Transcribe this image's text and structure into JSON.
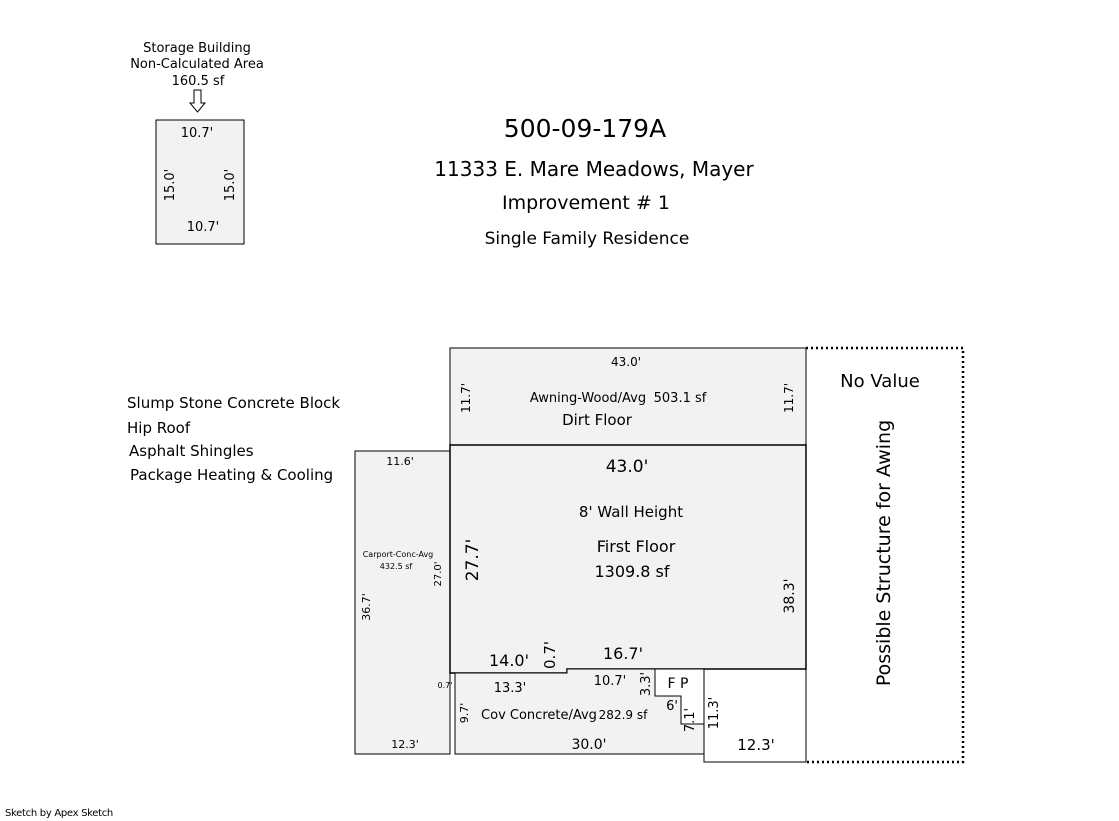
{
  "header": {
    "parcel": "500-09-179A",
    "address": "11333 E. Mare Meadows, Mayer",
    "improvement": "Improvement # 1",
    "type": "Single Family Residence"
  },
  "storage": {
    "label1": "Storage Building",
    "label2": "Non-Calculated Area",
    "area": "160.5 sf",
    "top": "10.7'",
    "bottom": "10.7'",
    "left": "15.0'",
    "right": "15.0'"
  },
  "features": [
    "Slump Stone Concrete Block",
    "Hip Roof",
    "Asphalt Shingles",
    "Package Heating & Cooling"
  ],
  "awning": {
    "name": "Awning-Wood/Avg",
    "area": "503.1 sf",
    "sub": "Dirt Floor",
    "top": "43.0'",
    "left": "11.7'",
    "right": "11.7'"
  },
  "first_floor": {
    "top": "43.0'",
    "wall": "8' Wall Height",
    "name": "First Floor",
    "area": "1309.8 sf",
    "left": "27.7'",
    "right": "38.3'",
    "bottom_a": "14.0'",
    "step": "0.7'",
    "bottom_b": "16.7'"
  },
  "carport": {
    "name": "Carport-Conc-Avg",
    "area": "432.5 sf",
    "top": "11.6'",
    "inner": "27.0'",
    "left": "36.7'",
    "bottom": "12.3'",
    "small": "0.7'",
    "lower": "9.7'"
  },
  "porch": {
    "top": "13.3'",
    "mid": "10.7'",
    "step": "3.3'",
    "name": "Cov Concrete/Avg",
    "area": "282.9 sf",
    "bottom": "30.0'"
  },
  "fireplace": {
    "label": "F P",
    "w": "6'",
    "h": "7.1'"
  },
  "right_wall": {
    "lower": "11.3'",
    "bottom": "12.3'"
  },
  "no_value": {
    "title": "No Value",
    "note": "Possible Structure for Awing"
  },
  "footer": "Sketch by Apex Sketch"
}
